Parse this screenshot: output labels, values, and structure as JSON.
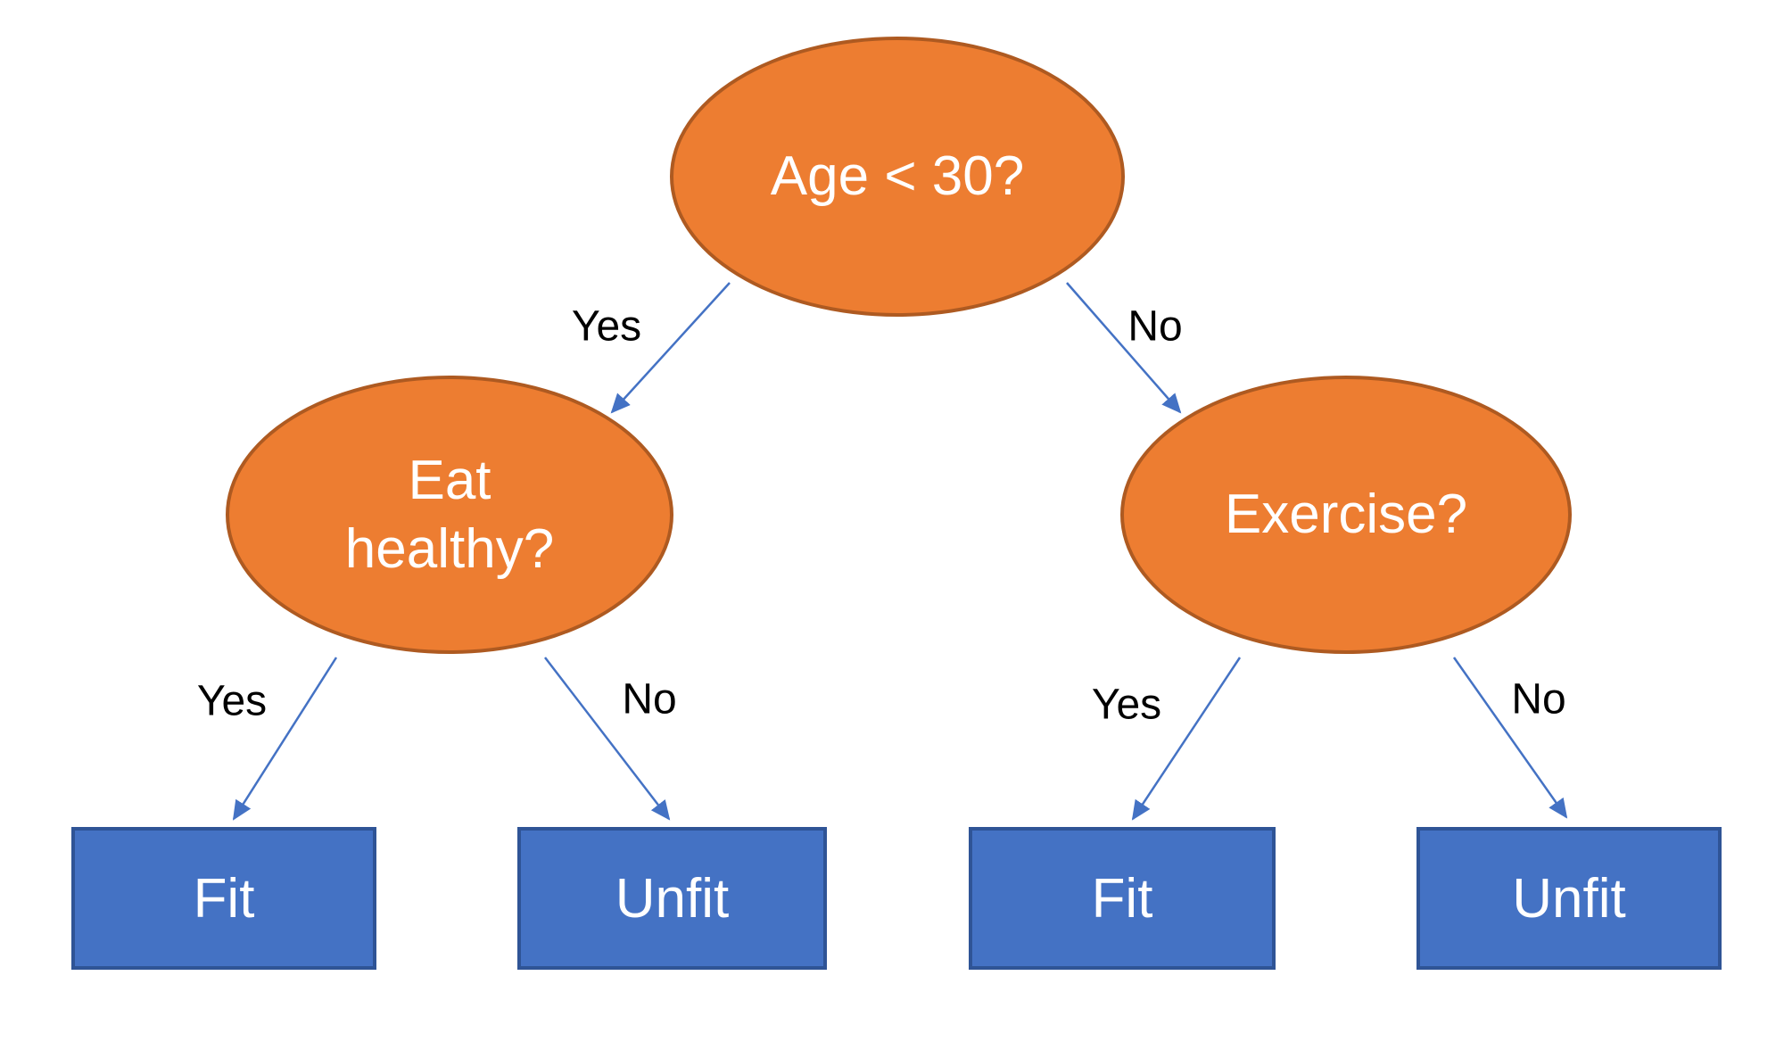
{
  "diagram_type": "decision-tree",
  "colors": {
    "decision_fill": "#ED7D31",
    "decision_border": "#AE5A21",
    "leaf_fill": "#4472C4",
    "leaf_border": "#2F5496",
    "arrow": "#4472C4",
    "node_text": "#FFFFFF",
    "edge_label_text": "#000000",
    "background": "#FFFFFF"
  },
  "nodes": {
    "root": {
      "label": "Age < 30?",
      "shape": "ellipse",
      "type": "decision"
    },
    "eat_healthy": {
      "label": "Eat healthy?",
      "shape": "ellipse",
      "type": "decision"
    },
    "exercise": {
      "label": "Exercise?",
      "shape": "ellipse",
      "type": "decision"
    },
    "fit_left": {
      "label": "Fit",
      "shape": "rectangle",
      "type": "outcome"
    },
    "unfit_left": {
      "label": "Unfit",
      "shape": "rectangle",
      "type": "outcome"
    },
    "fit_right": {
      "label": "Fit",
      "shape": "rectangle",
      "type": "outcome"
    },
    "unfit_right": {
      "label": "Unfit",
      "shape": "rectangle",
      "type": "outcome"
    }
  },
  "edges": [
    {
      "from": "root",
      "to": "eat_healthy",
      "label": "Yes"
    },
    {
      "from": "root",
      "to": "exercise",
      "label": "No"
    },
    {
      "from": "eat_healthy",
      "to": "fit_left",
      "label": "Yes"
    },
    {
      "from": "eat_healthy",
      "to": "unfit_left",
      "label": "No"
    },
    {
      "from": "exercise",
      "to": "fit_right",
      "label": "Yes"
    },
    {
      "from": "exercise",
      "to": "unfit_right",
      "label": "No"
    }
  ]
}
